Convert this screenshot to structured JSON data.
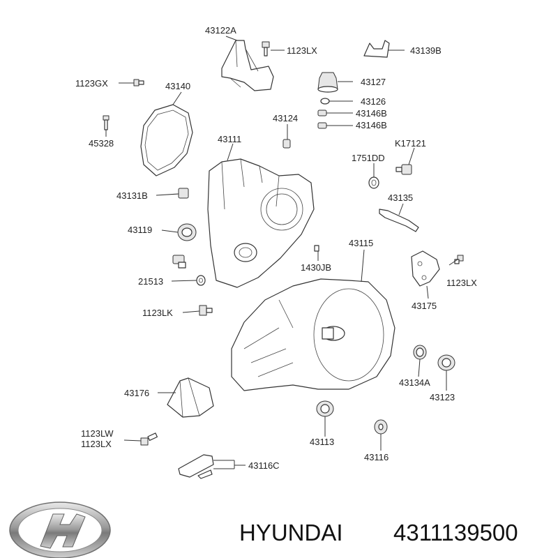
{
  "labels": {
    "p43122A": "43122A",
    "p1123LX_top": "1123LX",
    "p43139B": "43139B",
    "p1123GX": "1123GX",
    "p43140": "43140",
    "p43127": "43127",
    "p43126": "43126",
    "p43146B_1": "43146B",
    "p43146B_2": "43146B",
    "p43124": "43124",
    "p45328": "45328",
    "p43111": "43111",
    "p1751DD": "1751DD",
    "pK17121": "K17121",
    "p43131B": "43131B",
    "p43135": "43135",
    "p43119": "43119",
    "p43115": "43115",
    "p1430JB": "1430JB",
    "p21513": "21513",
    "p1123LX_right": "1123LX",
    "p43175": "43175",
    "p1123LK": "1123LK",
    "p43134A": "43134A",
    "p43123": "43123",
    "p43176": "43176",
    "p1123LW": "1123LW",
    "p1123LX_bottom": "1123LX",
    "p43113": "43113",
    "p43116": "43116",
    "p43116C": "43116C"
  },
  "brand": {
    "name": "HYUNDAI",
    "part_number": "4311139500",
    "logo": "hyundai-logo"
  }
}
